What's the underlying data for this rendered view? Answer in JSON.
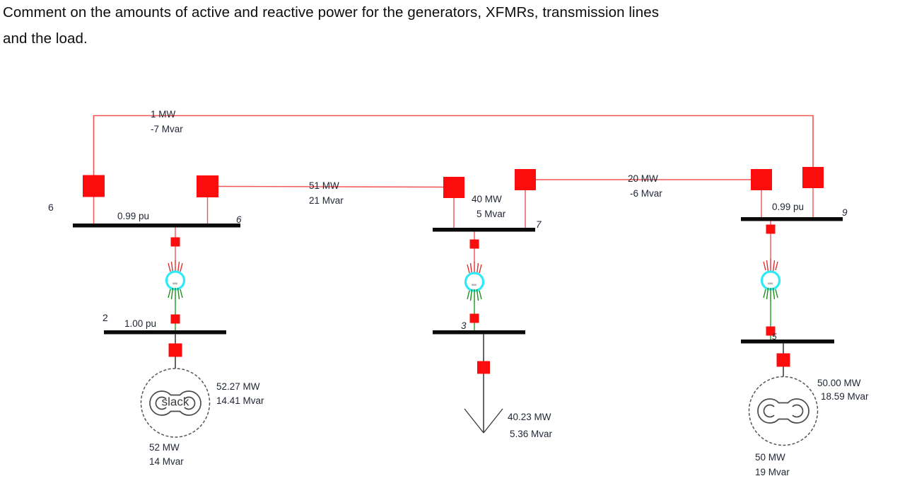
{
  "question": {
    "line1": "Comment on the amounts of active and reactive power for the generators, XFMRs, transmission lines",
    "line2": "and the load."
  },
  "oneline": {
    "buses": {
      "bus6": {
        "number": "6",
        "end_label": "6",
        "voltage": "0.99 pu"
      },
      "bus2": {
        "number": "2",
        "voltage": "1.00 pu"
      },
      "bus7": {
        "end_label": "7"
      },
      "bus3": {
        "end_label": "3"
      },
      "bus9": {
        "end_label": "9",
        "voltage": "0.99 pu"
      },
      "bus5": {
        "end_label": "5"
      }
    },
    "line_flows": {
      "line_6_9": {
        "mw": "1 MW",
        "mvar": "-7 Mvar"
      },
      "line_6_7": {
        "mw": "51 MW",
        "mvar": "21 Mvar"
      },
      "line_7_9": {
        "mw": "20 MW",
        "mvar": "-6 Mvar"
      },
      "xfmr_7_flow": {
        "mw": "40 MW",
        "mvar": "5 Mvar"
      }
    },
    "generators": {
      "slack": {
        "label": "slack",
        "mw": "52.27 MW",
        "mvar": "14.41 Mvar",
        "setpoint_mw": "52 MW",
        "setpoint_mvar": "14 Mvar"
      },
      "gen_right": {
        "mw": "50.00 MW",
        "mvar": "18.59 Mvar",
        "setpoint_mw": "50 MW",
        "setpoint_mvar": "19 Mvar"
      }
    },
    "load_bus3": {
      "mw": "40.23 MW",
      "mvar": "5.36 Mvar"
    },
    "colors": {
      "breaker_red": "#fb0d0d",
      "line_red": "#f25353",
      "bus_black": "#0a0a0a",
      "xfmr_ring_cyan": "#2ee9f6",
      "winding_hv_red": "#e03030",
      "winding_lv_green": "#1e8f1e",
      "device_gray": "#4a4a4a",
      "label_text": "#1f2533"
    }
  }
}
